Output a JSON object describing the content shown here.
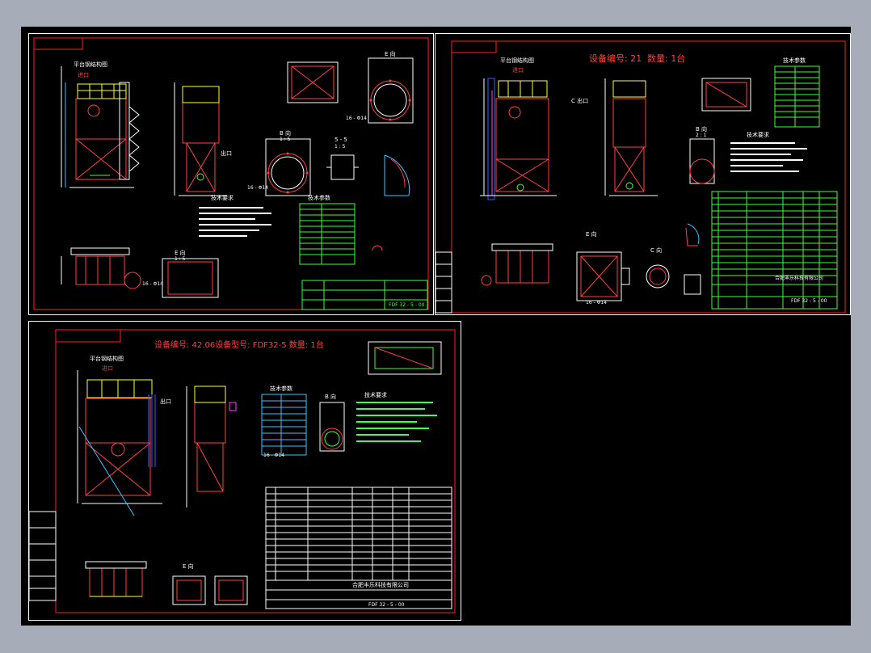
{
  "colors": {
    "background": "#a6adb9",
    "canvas": "#000000",
    "frame": "#ff2020",
    "line_white": "#ffffff",
    "line_green": "#40ff40",
    "line_yellow": "#ffff40",
    "line_blue": "#4060ff",
    "line_cyan": "#40c0ff",
    "line_magenta": "#ff40ff"
  },
  "sheet1": {
    "labels": {
      "platform": "平台钢结构图",
      "inlet": "进口",
      "outlet": "出口",
      "tech_req": "技术要求",
      "tech_params": "技术参数",
      "view_e": "E 向",
      "scale_e": "1 : 5",
      "view_b": "B 向",
      "scale_b": "1 : 5",
      "section": "5 - 5",
      "scale_s": "1 : 5",
      "holes1": "16 - Φ14",
      "holes2": "16 - Φ14",
      "holes3": "16 - Φ14",
      "drawing_no": "FDF 32 - 5 - 00"
    }
  },
  "sheet2": {
    "title_no": "设备编号: 21",
    "title_qty": "数量: 1台",
    "labels": {
      "platform": "平台钢结构图",
      "inlet": "进口",
      "outlet": "C 出口",
      "tech_params": "技术参数",
      "tech_req": "技术要求",
      "view_b": "B 向",
      "scale_b": "2 : 1",
      "view_c": "C 向",
      "view_e": "E 向",
      "company": "合肥丰乐科技有限公司",
      "drawing_no": "FDF 32 - 5 - 00",
      "holes": "16 - Φ14"
    }
  },
  "sheet3": {
    "title": "设备编号: 42.06设备型号: FDF32-5 数量: 1台",
    "labels": {
      "platform": "平台钢结构图",
      "inlet": "进口",
      "outlet": "出口",
      "tech_params": "技术参数",
      "tech_req": "技术要求",
      "view_b": "B 向",
      "view_e": "E 向",
      "company": "合肥丰乐科技有限公司",
      "drawing_no": "FDF 32 - 5 - 00",
      "holes": "16 - Φ14"
    }
  }
}
